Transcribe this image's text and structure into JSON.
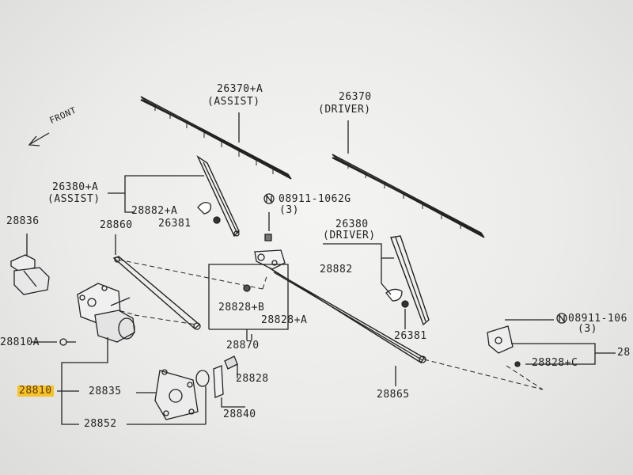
{
  "direction_label": "FRONT",
  "labels": {
    "blade_assist_num": "26370+A",
    "blade_assist_sub": "(ASSIST)",
    "blade_driver_num": "26370",
    "blade_driver_sub": "(DRIVER)",
    "arm_assist_num": "26380+A",
    "arm_assist_sub": "(ASSIST)",
    "cap_assist": "28882+A",
    "nut_assist": "26381",
    "bolt_top": "08911-1062G",
    "bolt_top_qty": "(3)",
    "arm_driver_num": "26380",
    "arm_driver_sub": "(DRIVER)",
    "cap_driver": "28882",
    "nut_driver": "26381",
    "bolt_right": "08911-106",
    "bolt_right_qty": "(3)",
    "rod_left": "28860",
    "bracket": "28836",
    "pivot_b": "28828+B",
    "pivot_a": "28828+A",
    "linkage": "28870",
    "pivot_c": "28828+C",
    "right_cut": "28",
    "bolt_motor": "28810A",
    "motor": "28810",
    "seal": "28835",
    "pivot": "28828",
    "bracket_small": "28840",
    "motor_pad": "28852",
    "rod_right": "28865"
  },
  "colors": {
    "ink": "#222222",
    "highlight": "#f5c22b"
  }
}
